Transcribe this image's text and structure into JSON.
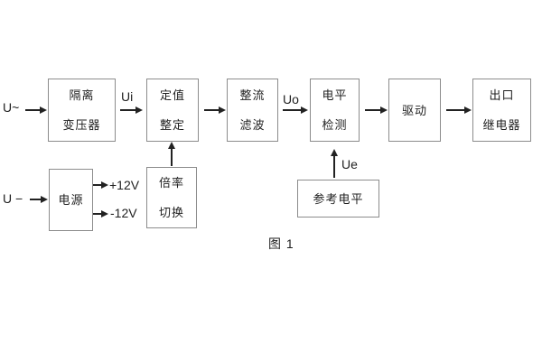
{
  "figure": {
    "caption": "图 1"
  },
  "colors": {
    "background": "#ffffff",
    "box_border": "#8c8c8c",
    "text": "#1f1f1f",
    "arrow": "#222222"
  },
  "blocks": {
    "isolation_transformer": {
      "line1": "隔离",
      "line2": "变压器"
    },
    "setpoint_adjust": {
      "line1": "定值",
      "line2": "整定"
    },
    "rectifier_filter": {
      "line1": "整流",
      "line2": "滤波"
    },
    "level_detect": {
      "line1": "电平",
      "line2": "检测"
    },
    "driver": {
      "line1": "驱动"
    },
    "output_relay": {
      "line1": "出口",
      "line2": "继电器"
    },
    "power_supply": {
      "line1": "电源"
    },
    "ratio_switch": {
      "line1": "倍率",
      "line2": "切换"
    },
    "reference_level": {
      "line1": "参考电平"
    }
  },
  "signals": {
    "ac_input": "U~",
    "dc_input": "U −",
    "ui": "Ui",
    "uo": "Uo",
    "ue": "Ue",
    "plus_12v": "+12V",
    "minus_12v": "-12V"
  }
}
